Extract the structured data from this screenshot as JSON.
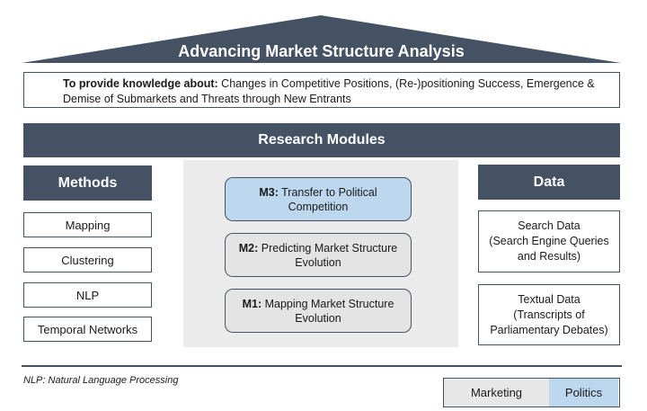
{
  "header": {
    "title": "Advancing Market Structure Analysis",
    "knowledge_label": "To provide knowledge about:",
    "knowledge_text_line1": " Changes in Competitive Positions, (Re-)positioning Success, Emergence &",
    "knowledge_text_line2": "Demise of Submarkets and Threats through New Entrants"
  },
  "research_modules": {
    "title": "Research Modules",
    "modules": [
      {
        "code": "M3:",
        "line1": " Transfer to Political",
        "line2": "Competition",
        "category": "Politics"
      },
      {
        "code": "M2:",
        "line1": " Predicting Market Structure",
        "line2": "Evolution",
        "category": "Marketing"
      },
      {
        "code": "M1:",
        "line1": " Mapping Market Structure",
        "line2": "Evolution",
        "category": "Marketing"
      }
    ]
  },
  "methods": {
    "title": "Methods",
    "items": [
      "Mapping",
      "Clustering",
      "NLP",
      "Temporal Networks"
    ]
  },
  "data": {
    "title": "Data",
    "items": [
      {
        "line1": "Search Data",
        "line2": "(Search Engine Queries",
        "line3": "and Results)"
      },
      {
        "line1": "Textual Data",
        "line2": "(Transcripts of",
        "line3": "Parliamentary Debates)"
      }
    ]
  },
  "footnote": "NLP: Natural Language Processing",
  "legend": {
    "marketing": "Marketing",
    "politics": "Politics"
  },
  "colors": {
    "dark_slate": "#455264",
    "politics_blue": "#bdd7ee",
    "marketing_gray": "#e4e4e4",
    "panel_gray": "#ebebeb"
  }
}
